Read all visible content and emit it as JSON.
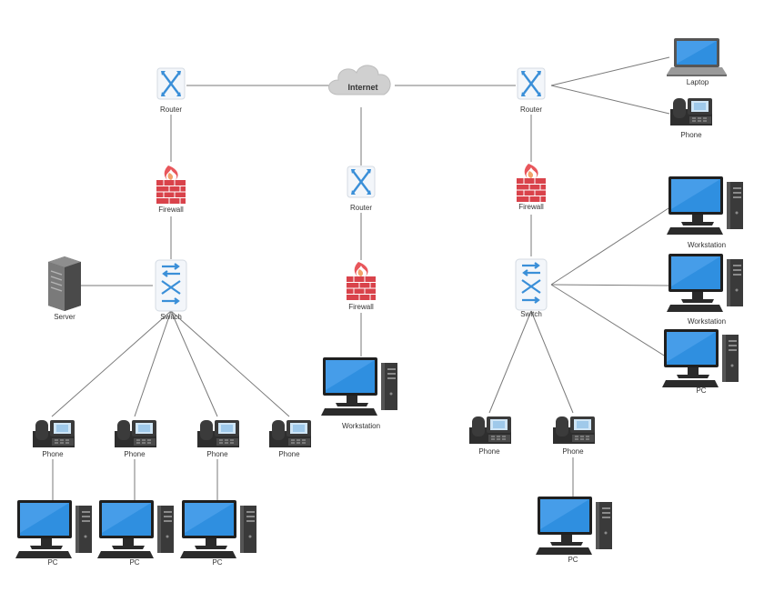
{
  "nodes": {
    "internet": {
      "label": "Internet"
    },
    "router_left": {
      "label": "Router"
    },
    "router_center": {
      "label": "Router"
    },
    "router_right": {
      "label": "Router"
    },
    "firewall_left": {
      "label": "Firewall"
    },
    "firewall_center": {
      "label": "Firewall"
    },
    "firewall_right": {
      "label": "Firewall"
    },
    "switch_left": {
      "label": "Switch"
    },
    "switch_right": {
      "label": "Switch"
    },
    "server": {
      "label": "Server"
    },
    "workstation_center": {
      "label": "Workstation"
    },
    "laptop": {
      "label": "Laptop"
    },
    "phone_top_right": {
      "label": "Phone"
    },
    "workstation_right_1": {
      "label": "Workstation"
    },
    "workstation_right_2": {
      "label": "Workstation"
    },
    "pc_right": {
      "label": "PC"
    },
    "phone_left_1": {
      "label": "Phone"
    },
    "phone_left_2": {
      "label": "Phone"
    },
    "phone_left_3": {
      "label": "Phone"
    },
    "phone_left_4": {
      "label": "Phone"
    },
    "phone_right_1": {
      "label": "Phone"
    },
    "phone_right_2": {
      "label": "Phone"
    },
    "pc_left_1": {
      "label": "PC"
    },
    "pc_left_2": {
      "label": "PC"
    },
    "pc_left_3": {
      "label": "PC"
    },
    "pc_bottom_right": {
      "label": "PC"
    }
  },
  "colors": {
    "link": "#7a7a7a",
    "router_blue": "#3a8fd8",
    "firewall_red": "#d9434b",
    "screen_blue": "#2f8fe0",
    "case_dark": "#3a3a3a"
  }
}
